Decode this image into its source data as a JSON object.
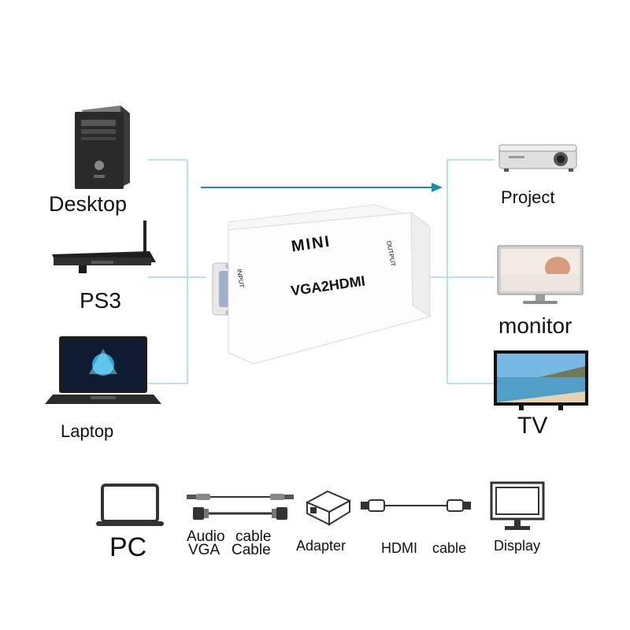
{
  "sources": {
    "desktop": "Desktop",
    "ps3": "PS3",
    "laptop": "Laptop"
  },
  "outputs": {
    "projector": "Project",
    "monitor": "monitor",
    "tv": "TV"
  },
  "device": {
    "brand": "MINI",
    "model": "VGA2HDMI",
    "input_port": "INPUT",
    "output_port": "OUTPUT"
  },
  "legend": {
    "pc": "PC",
    "audio_line1": "Audio",
    "audio_line2": "cable",
    "vga_line1": "VGA",
    "vga_line2": "Cable",
    "adapter": "Adapter",
    "hdmi": "HDMI",
    "hdmi_cable": "cable",
    "display": "Display"
  },
  "colors": {
    "connector_line": "#a7d6e3",
    "arrow": "#1d8fa8"
  }
}
